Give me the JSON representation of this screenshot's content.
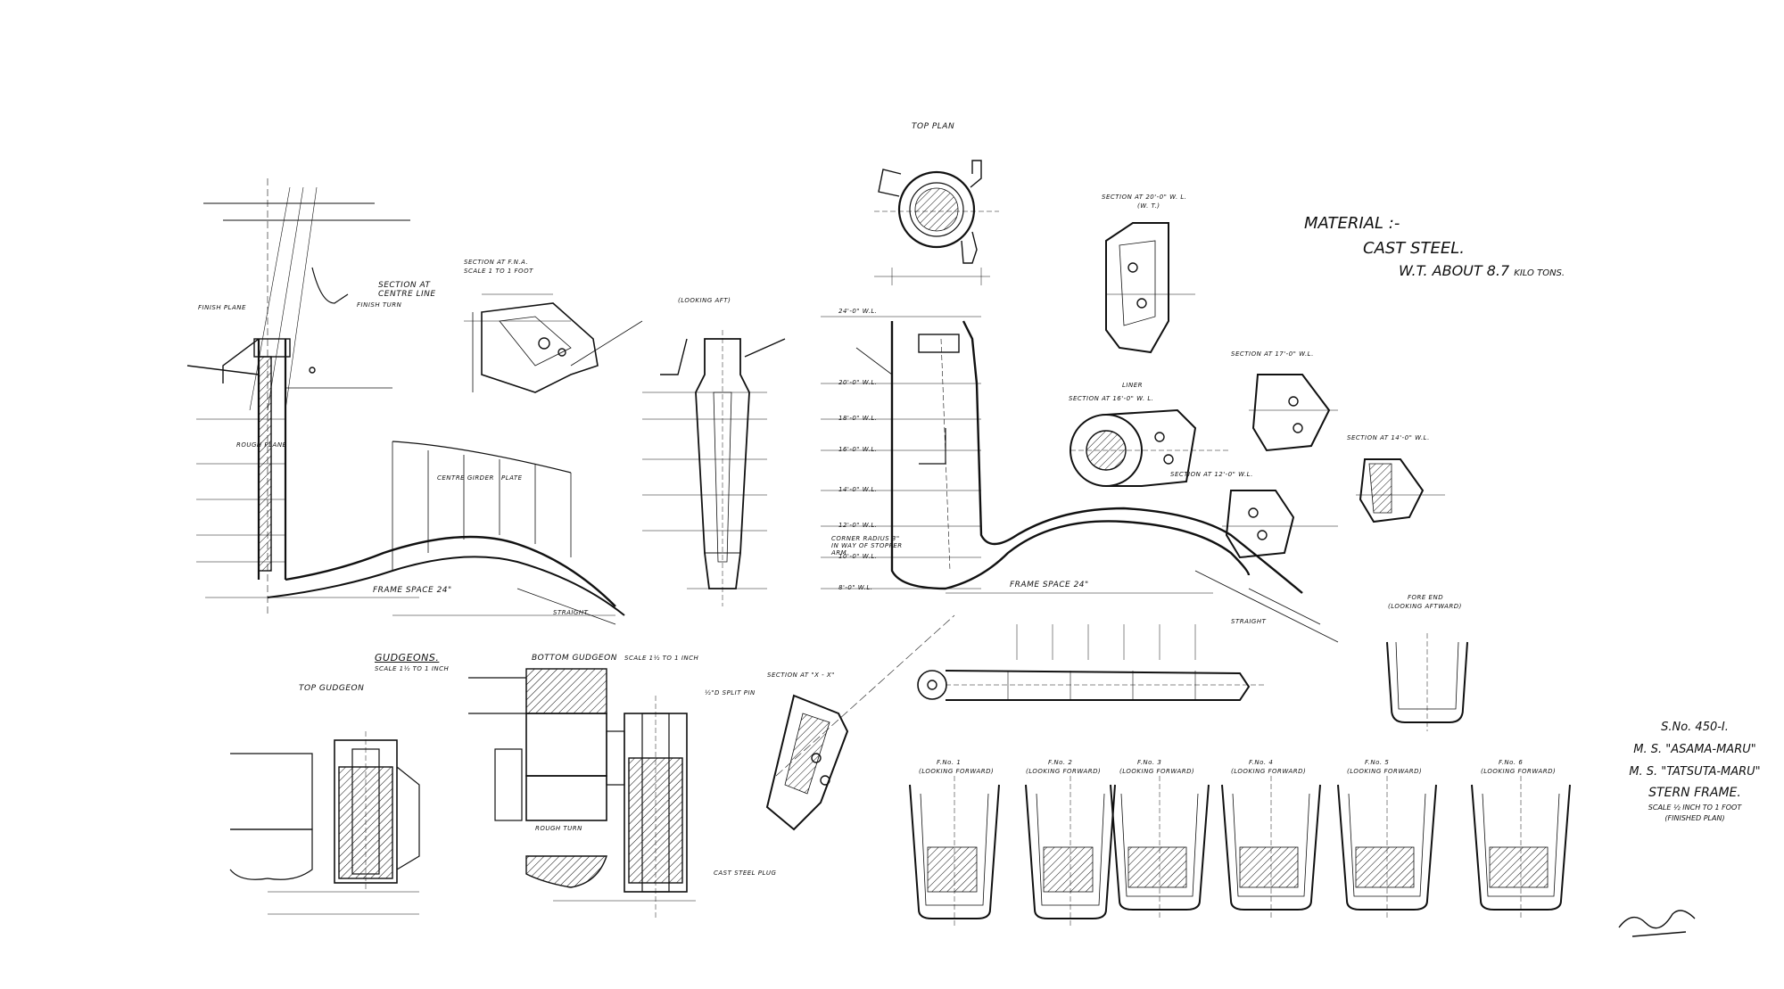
{
  "material": {
    "heading": "MATERIAL :-",
    "type": "CAST STEEL.",
    "weight": "W.T. ABOUT 8.7",
    "weight_unit": "KILO TONS."
  },
  "title_block": {
    "number": "S.No. 450-I.",
    "ship1": "M. S. \"ASAMA-MARU\"",
    "ship2": "M. S. \"TATSUTA-MARU\"",
    "title": "STERN FRAME.",
    "scale": "SCALE ½ INCH TO 1 FOOT",
    "note": "(FINISHED PLAN)"
  },
  "views": {
    "top_plan": "TOP PLAN",
    "section_centre": "SECTION AT CENTRE LINE",
    "section_fna": "SECTION AT F.N.A.",
    "section_fna_scale": "SCALE 1 TO 1 FOOT",
    "looking_aft": "(LOOKING AFT)",
    "section_20wl": "SECTION AT 20'-0\" W. L.",
    "section_20wl_sub": "(W. T.)",
    "section_17wl": "SECTION AT 17'-0\" W.L.",
    "section_16wl": "SECTION AT 16'-0\" W. L.",
    "section_14wl": "SECTION AT 14'-0\" W.L.",
    "section_12wl": "SECTION AT 12'-0\" W.L.",
    "section_xx": "SECTION AT \"X - X\"",
    "gudgeons": "GUDGEONS.",
    "gudgeons_scale": "SCALE 1½ TO 1 INCH",
    "top_gudgeon": "TOP GUDGEON",
    "bottom_gudgeon": "BOTTOM GUDGEON",
    "bottom_gudgeon_scale": "SCALE 1½ TO 1 INCH",
    "fore_end": "FORE END",
    "fore_end_sub": "(LOOKING AFTWARD)",
    "frame_space": "FRAME SPACE 24\"",
    "frame_space2": "FRAME SPACE 24\"",
    "straight": "STRAIGHT",
    "straight2": "STRAIGHT",
    "liner": "LINER",
    "finish_turn": "FINISH TURN",
    "finish_plane": "FINISH PLANE",
    "rough_plane": "ROUGH PLANE",
    "rough_turn": "ROUGH TURN",
    "cast_steel_plug": "CAST STEEL PLUG",
    "split_pin": "½\"D SPLIT PIN",
    "centre_girder": "CENTRE GIRDER",
    "plate": "PLATE",
    "corner_radius": "CORNER RADIUS 3\" IN WAY OF STOPPER ARM",
    "wl_labels": [
      "8'-0\" W.L.",
      "10'-0\" W.L.",
      "12'-0\" W.L.",
      "14'-0\" W.L.",
      "16'-0\" W.L.",
      "18'-0\" W.L.",
      "20'-0\" W.L.",
      "24'-0\" W.L."
    ],
    "frame_sections": [
      {
        "name": "F.No. 1",
        "sub": "(LOOKING FORWARD)"
      },
      {
        "name": "F.No. 2",
        "sub": "(LOOKING FORWARD)"
      },
      {
        "name": "F.No. 3",
        "sub": "(LOOKING FORWARD)"
      },
      {
        "name": "F.No. 4",
        "sub": "(LOOKING FORWARD)"
      },
      {
        "name": "F.No. 5",
        "sub": "(LOOKING FORWARD)"
      },
      {
        "name": "F.No. 6",
        "sub": "(LOOKING FORWARD)"
      }
    ]
  },
  "signature": "signature-mark"
}
